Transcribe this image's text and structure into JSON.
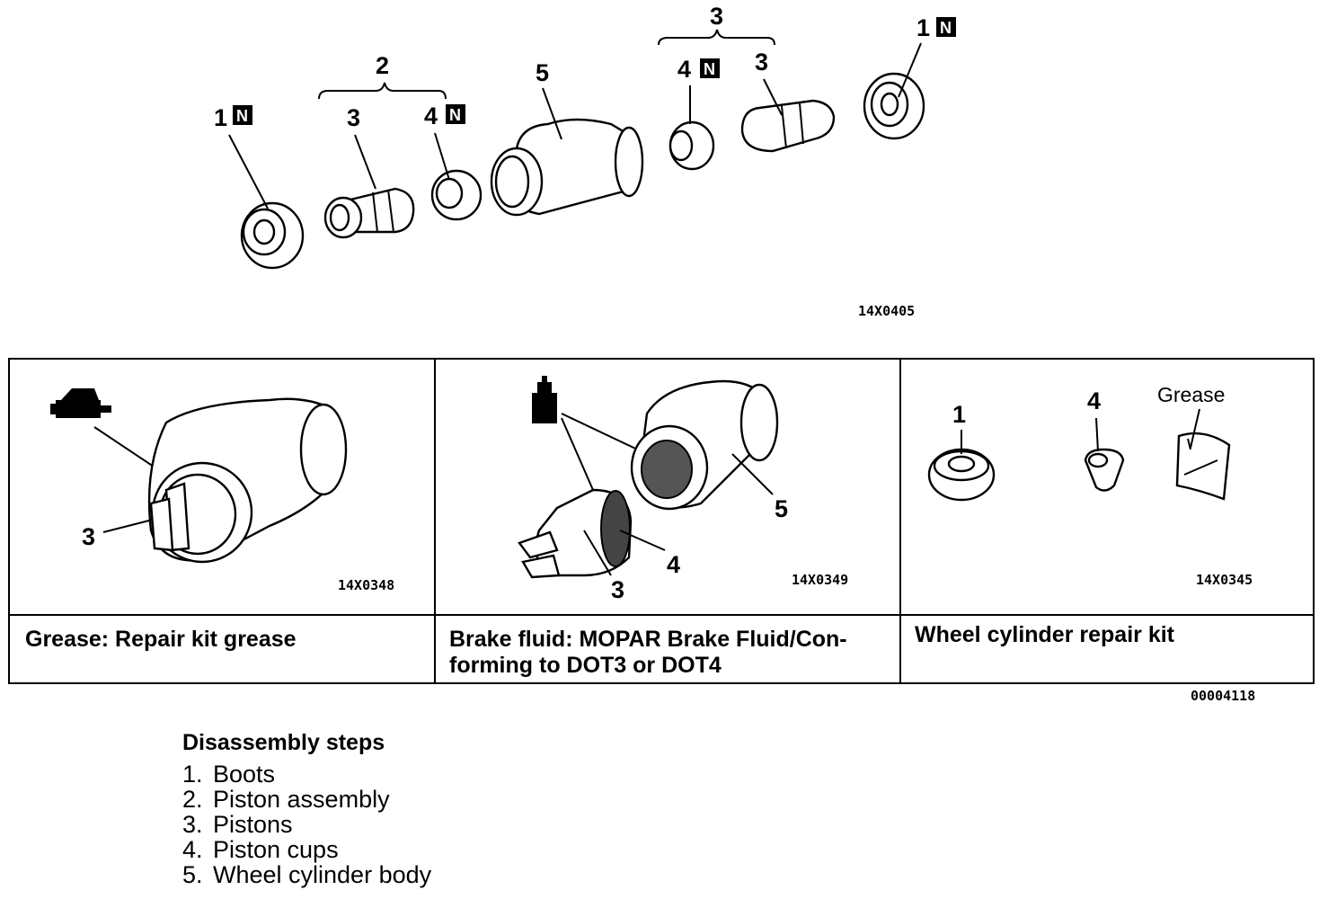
{
  "exploded_view": {
    "image_code": "14X0405",
    "callouts": {
      "boot_left": "1",
      "group_piston_assembly": "2",
      "piston_left": "3",
      "cup_left": "4",
      "body": "5",
      "group_right": "3",
      "cup_right": "4",
      "piston_right": "3",
      "boot_right": "1"
    },
    "new_part_marker": "N"
  },
  "panels": [
    {
      "image_code": "14X0348",
      "callout_piston": "3",
      "caption": "Grease: Repair kit grease"
    },
    {
      "image_code": "14X0349",
      "callout_piston": "3",
      "callout_cup": "4",
      "callout_body": "5",
      "caption_line1": "Brake fluid: MOPAR Brake Fluid/Con-",
      "caption_line2": "forming to DOT3 or DOT4"
    },
    {
      "image_code": "14X0345",
      "callout_boot": "1",
      "callout_cup": "4",
      "grease_label": "Grease",
      "caption": "Wheel cylinder repair kit"
    }
  ],
  "table_code": "00004118",
  "steps": {
    "heading": "Disassembly steps",
    "items": [
      {
        "num": "1.",
        "label": "Boots"
      },
      {
        "num": "2.",
        "label": "Piston assembly"
      },
      {
        "num": "3.",
        "label": "Pistons"
      },
      {
        "num": "4.",
        "label": "Piston cups"
      },
      {
        "num": "5.",
        "label": "Wheel cylinder body"
      }
    ]
  }
}
